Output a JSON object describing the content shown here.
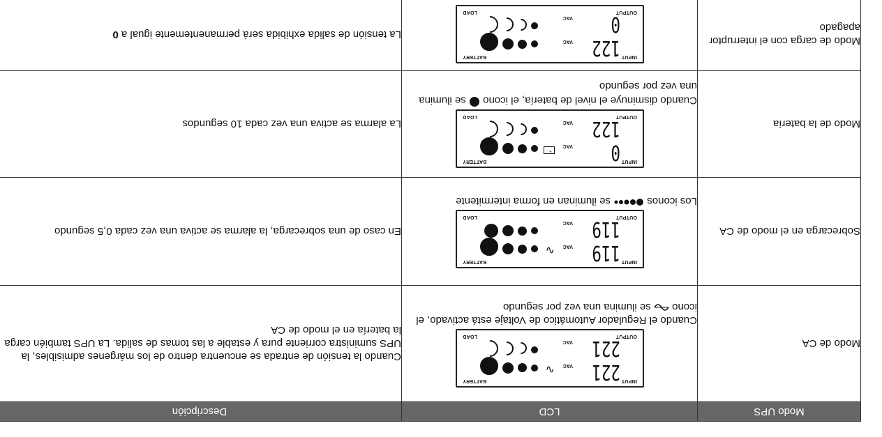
{
  "table": {
    "headers": {
      "mode": "Modo UPS",
      "lcd": "LCD",
      "description": "Descripción"
    },
    "rows": [
      {
        "mode": "Modo de CA",
        "note_before": "Cuando el Regulador Automático de Voltaje está activado, el  icono",
        "note_icon": "sine-wave-icon",
        "note_after": "se ilumina una vez por segundo",
        "description": "Cuando la tensión de entrada se encuentra dentro de los márgenes admisibles, la UPS suministra corriente pura y estable a las tomas de salida. La UPS también carga la batería en el modo de CA",
        "lcd": {
          "input": "221",
          "output": "221",
          "show_sine": true,
          "show_batt": false,
          "batt_full": true,
          "load_bars": 1
        }
      },
      {
        "mode": "Sobrecarga en el modo de CA",
        "note_before": "Los iconos",
        "note_icon": "load-level-icon",
        "note_after": "se iluminan en forma intermitente",
        "description": "En caso de una sobrecarga, la alarma se activa una vez cada 0,5 segundo",
        "lcd": {
          "input": "119",
          "output": "119",
          "show_sine": true,
          "show_batt": false,
          "batt_full": true,
          "load_bars": 4
        }
      },
      {
        "mode": "Modo de la batería",
        "note_before": "Cuando disminuye el nivel de batería, el icono",
        "note_icon": "battery-dot-icon",
        "note_after": "se ilumina una vez por segundo",
        "description": "La alarma se activa una vez cada 10 segundos",
        "lcd": {
          "input": "0",
          "output": "122",
          "show_sine": false,
          "show_batt": true,
          "batt_full": true,
          "load_bars": 1
        }
      },
      {
        "mode": "Modo de carga con el interruptor apagado",
        "note_before": "",
        "note_icon": "",
        "note_after": "",
        "description_before": "La tensión de salida exhibida será permanentemente igual a ",
        "description_bold": "0",
        "lcd": {
          "input": "122",
          "output": "0",
          "show_sine": false,
          "show_batt": false,
          "batt_full": true,
          "load_bars": 1
        }
      }
    ]
  },
  "lcd_labels": {
    "input": "INPUT",
    "output": "OUTPUT",
    "battery": "BATTERY",
    "load": "LOAD",
    "vac": "VAC"
  }
}
